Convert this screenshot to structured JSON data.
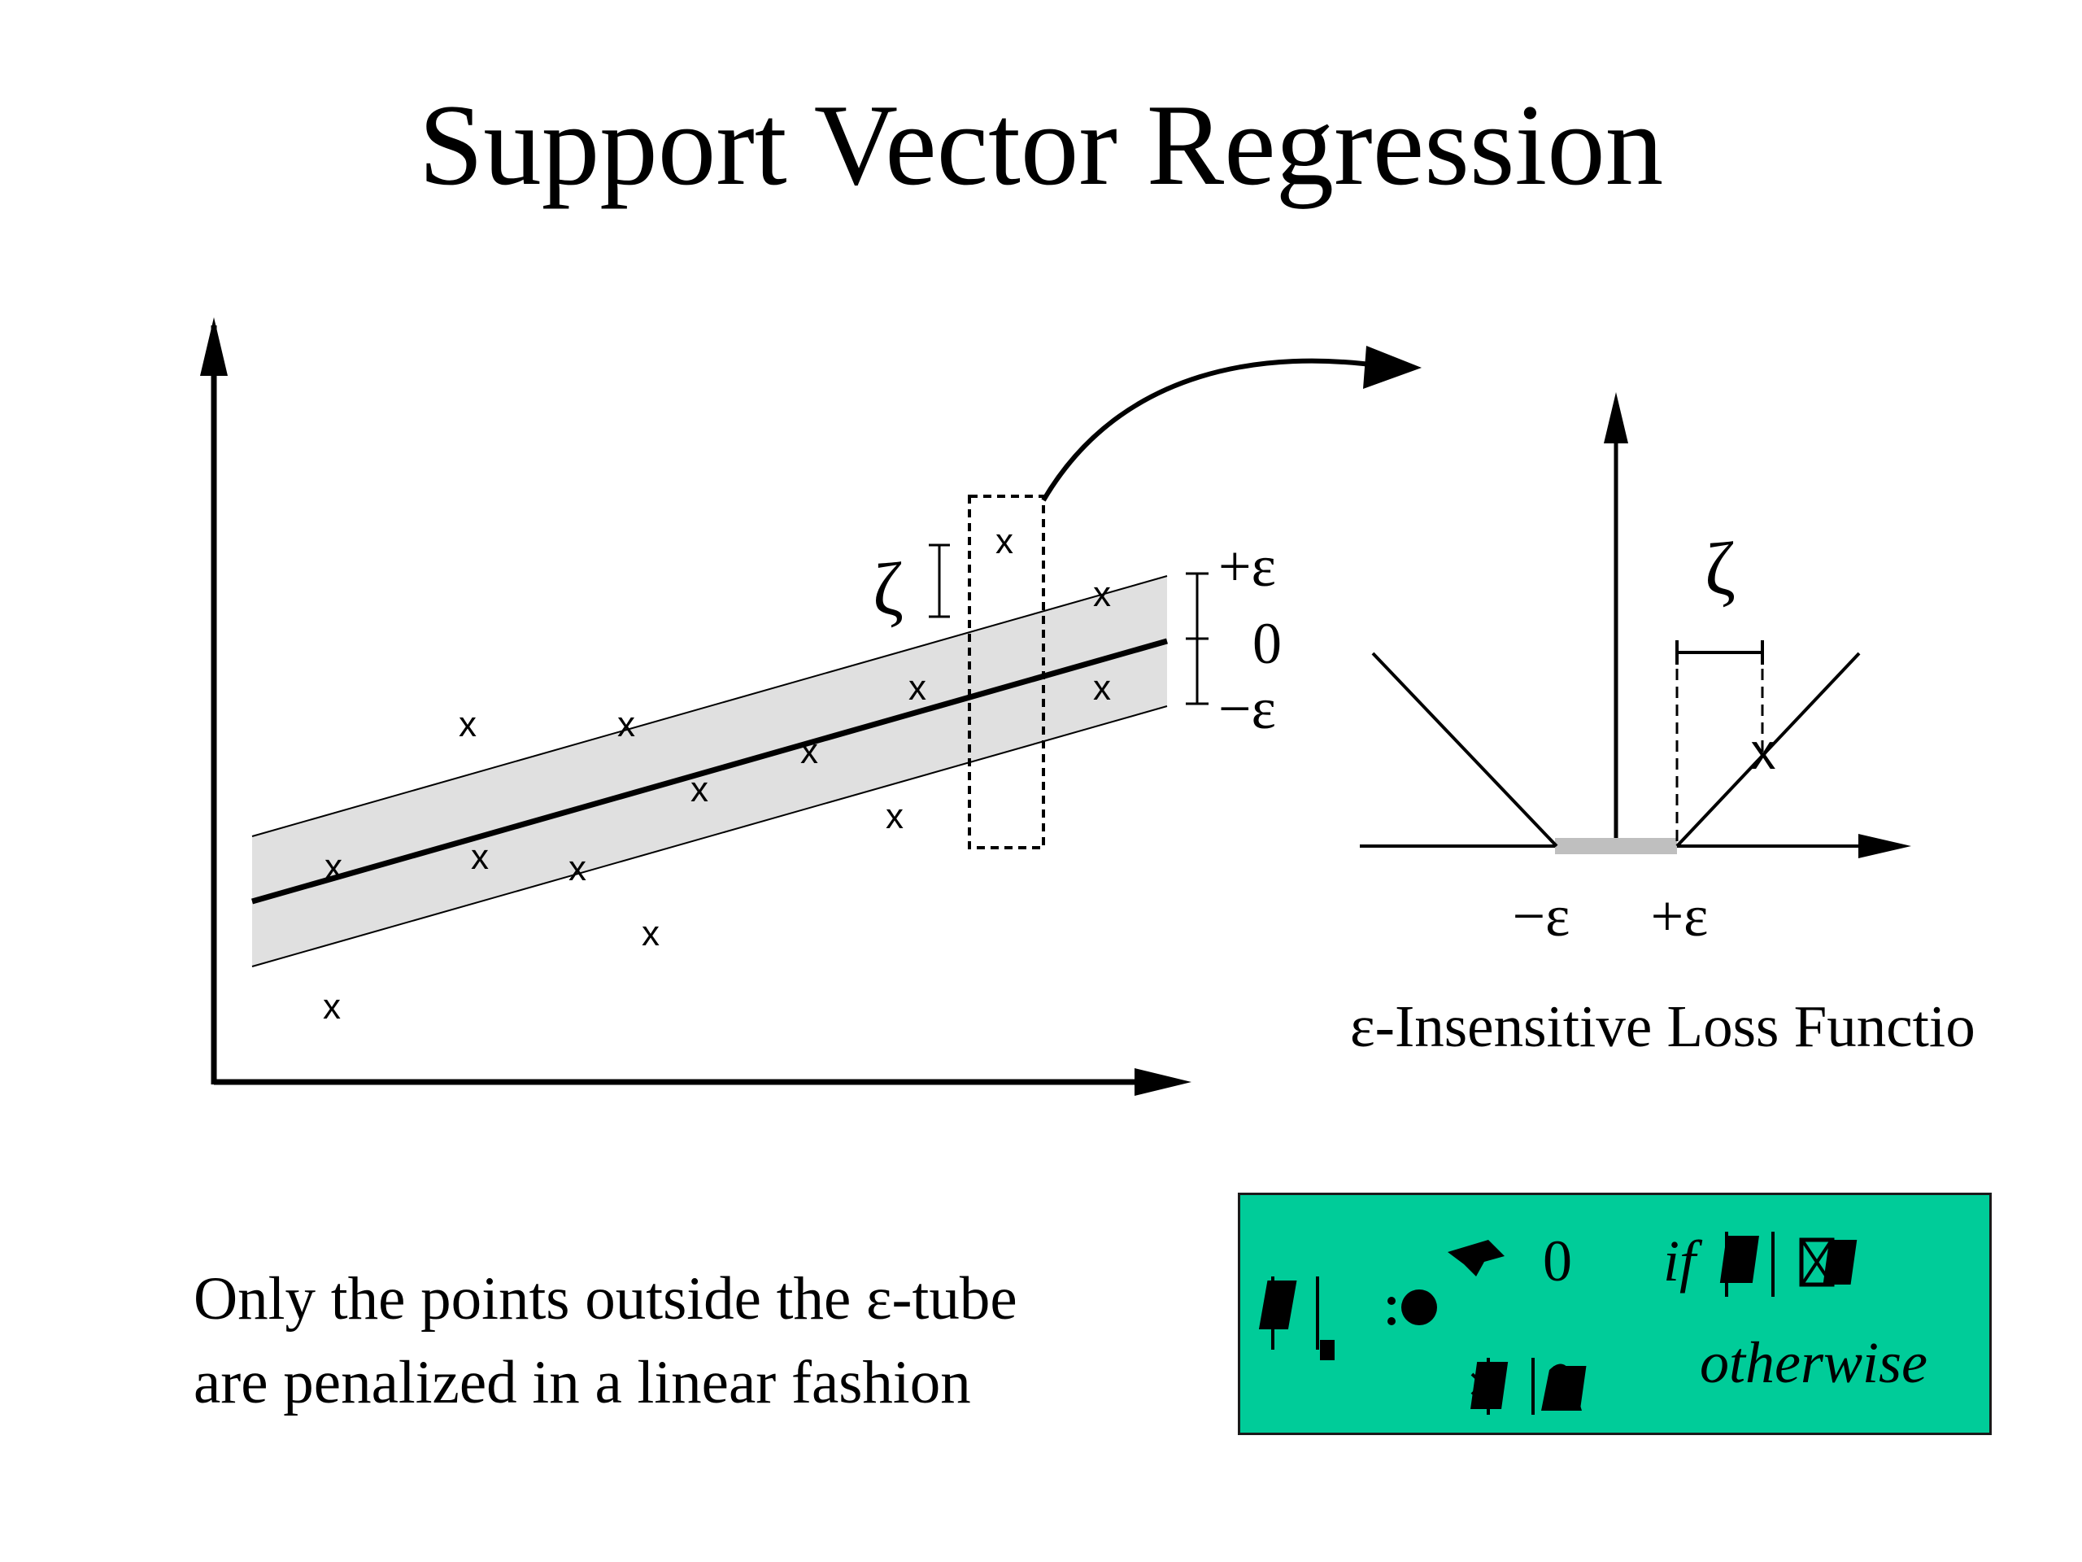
{
  "slide": {
    "title": "Support Vector Regression",
    "loss_caption": "ε-Insensitive Loss Functio",
    "description": "Only the points outside the ε-tube are penalized in a linear fashion"
  },
  "left_plot": {
    "labels": {
      "zeta": "ζ",
      "plus_eps": "+ε",
      "zero": "0",
      "minus_eps": "−ε"
    },
    "point_marker": "x",
    "tube_fill_color": "#e0e0e0"
  },
  "right_plot": {
    "labels": {
      "zeta": "ζ",
      "minus_eps": "−ε",
      "plus_eps": "+ε"
    },
    "point_marker": "x",
    "zero_zone_color": "#bfbfbf"
  },
  "formula": {
    "background_color": "#00cc99",
    "value_zero": "0",
    "cond_if": "if",
    "cond_otherwise": "otherwise"
  }
}
